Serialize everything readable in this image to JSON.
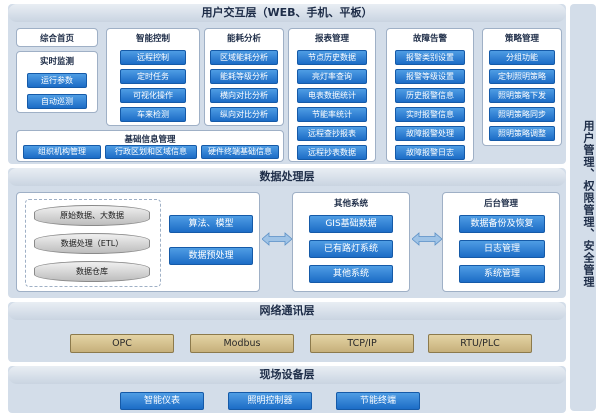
{
  "side_label": "用户管理、权限管理、安全管理",
  "ui_layer": {
    "title": "用户交互层（WEB、手机、平板）",
    "home": "综合首页",
    "realtime": {
      "title": "实时监测",
      "items": [
        "运行参数",
        "自动巡测"
      ]
    },
    "groups": [
      {
        "title": "智能控制",
        "items": [
          "远程控制",
          "定时任务",
          "可视化操作",
          "车来检测"
        ]
      },
      {
        "title": "能耗分析",
        "items": [
          "区域能耗分析",
          "能耗等级分析",
          "横向对比分析",
          "纵向对比分析"
        ]
      },
      {
        "title": "报表管理",
        "items": [
          "节点历史数据",
          "亮灯率查询",
          "电表数据统计",
          "节能率统计",
          "远程查抄报表",
          "远程抄表数据"
        ]
      },
      {
        "title": "故障告警",
        "items": [
          "报警类别设置",
          "报警等级设置",
          "历史报警信息",
          "实时报警信息",
          "故障报警处理",
          "故障报警日志"
        ]
      },
      {
        "title": "策略管理",
        "items": [
          "分组功能",
          "定制照明策略",
          "照明策略下发",
          "照明策略同步",
          "照明策略调整"
        ]
      }
    ],
    "basic": {
      "title": "基础信息管理",
      "items": [
        "组织机构管理",
        "行政区划和区域信息",
        "硬件终端基础信息"
      ]
    }
  },
  "data_layer": {
    "title": "数据处理层",
    "pipeline": [
      "原始数据、大数据",
      "数据处理（ETL）",
      "数据仓库"
    ],
    "algo": [
      "算法、模型",
      "数据预处理"
    ],
    "other": {
      "title": "其他系统",
      "items": [
        "GIS基础数据",
        "已有路灯系统",
        "其他系统"
      ]
    },
    "backend": {
      "title": "后台管理",
      "items": [
        "数据备份及恢复",
        "日志管理",
        "系统管理"
      ]
    }
  },
  "net_layer": {
    "title": "网络通讯层",
    "items": [
      "OPC",
      "Modbus",
      "TCP/IP",
      "RTU/PLC"
    ]
  },
  "device_layer": {
    "title": "现场设备层",
    "items": [
      "智能仪表",
      "照明控制器",
      "节能终端"
    ]
  }
}
